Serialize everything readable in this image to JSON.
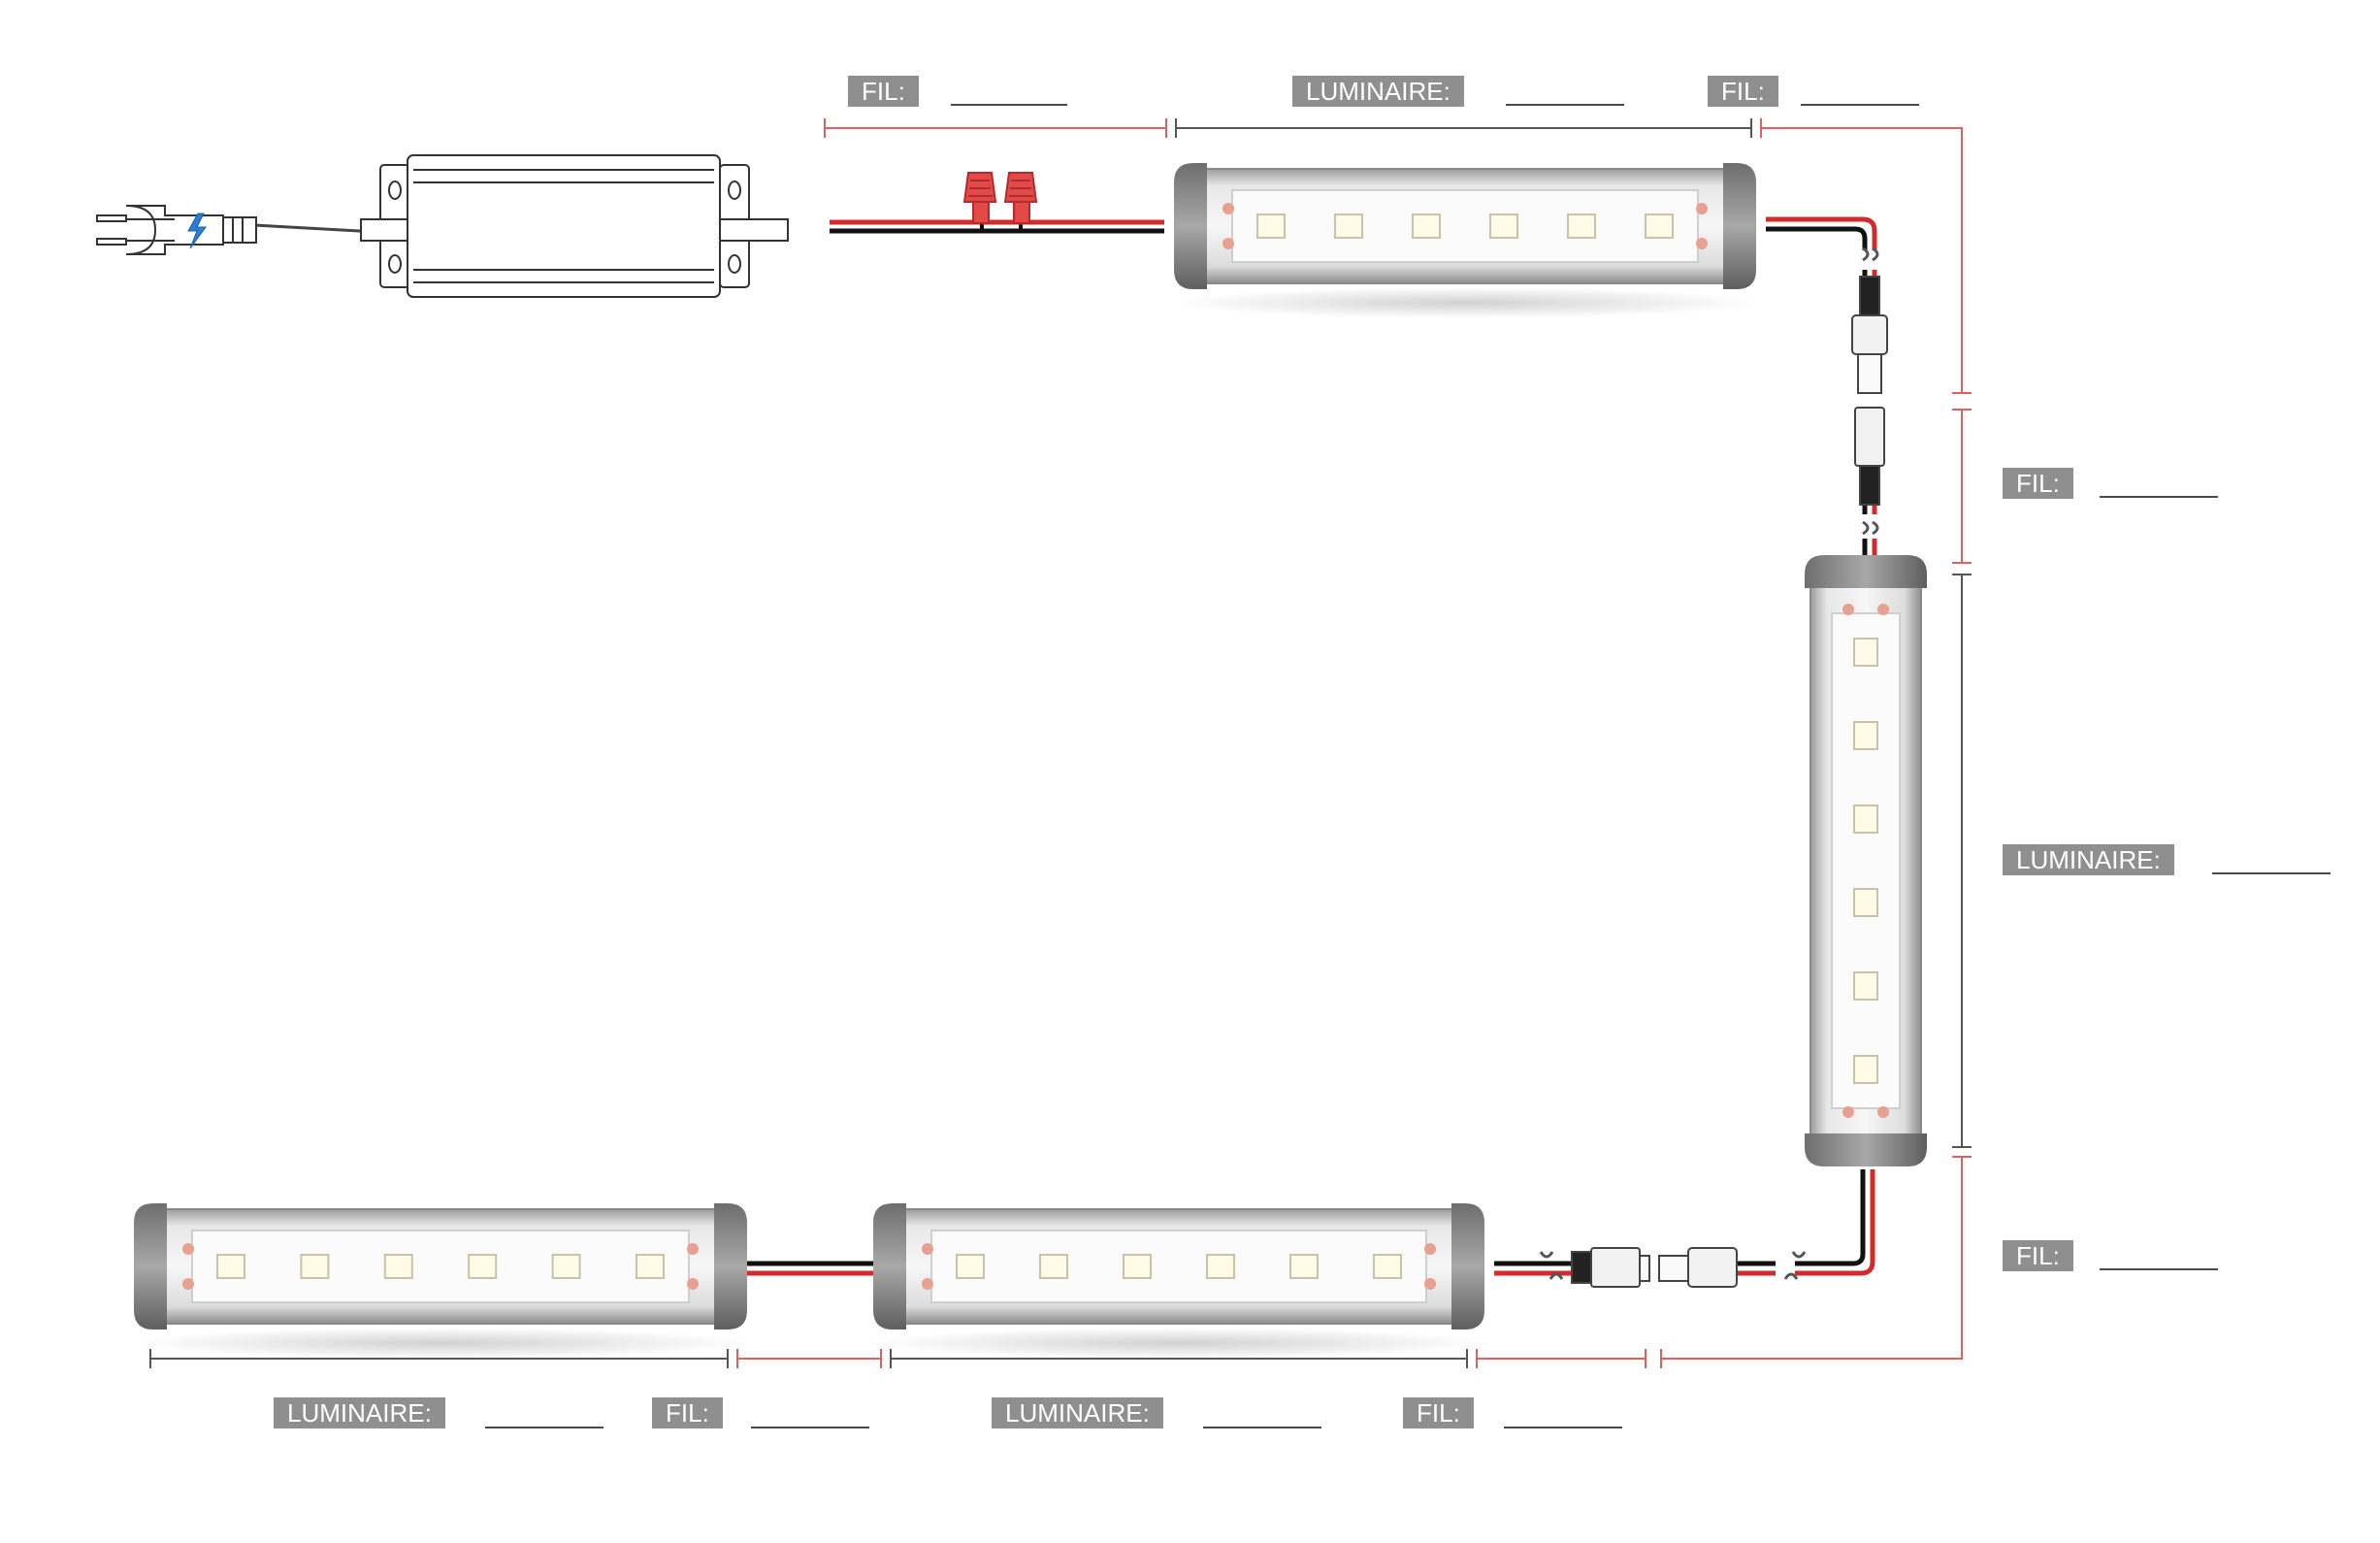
{
  "labels": {
    "wire": "FIL:",
    "luminaire": "LUMINAIRE:"
  },
  "colors": {
    "wire_positive": "#d22b2b",
    "wire_negative": "#111111",
    "dimension_wire": "#e06060",
    "dimension_luminaire": "#555555",
    "label_background": "#8f8f8f",
    "label_text": "#ffffff",
    "led_chip": "#fffbe6",
    "housing": "#bdbdbd",
    "end_cap": "#7a7a7a"
  },
  "components": {
    "plug": "plug-icon",
    "power_supply": "led-driver",
    "wire_nuts": "wire-nut-icon",
    "connector": "dc-barrel-connector",
    "fixture": "led-bar-luminaire"
  },
  "luminaires": {
    "count": 4,
    "leds_per_luminaire": 6
  }
}
